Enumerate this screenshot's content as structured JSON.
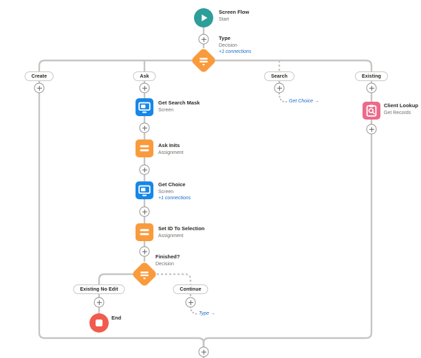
{
  "flow": {
    "start": {
      "title": "Screen Flow",
      "subtitle": "Start"
    },
    "type_decision": {
      "title": "Type",
      "subtitle": "Decision",
      "connections_link": "+1 connections"
    },
    "branch_labels": {
      "create": "Create",
      "ask": "Ask",
      "search": "Search",
      "existing": "Existing"
    },
    "ask_branch": {
      "get_search_mask": {
        "title": "Get Search Mask",
        "subtitle": "Screen"
      },
      "ask_inits": {
        "title": "Ask Inits",
        "subtitle": "Assignment"
      },
      "get_choice": {
        "title": "Get Choice",
        "subtitle": "Screen",
        "connections_link": "+1 connections"
      },
      "set_id_to_selection": {
        "title": "Set ID To Selection",
        "subtitle": "Assignment"
      },
      "finished": {
        "title": "Finished?",
        "subtitle": "Decision"
      }
    },
    "finished_branch_labels": {
      "existing_no_edit": "Existing No Edit",
      "continue": "Continue"
    },
    "search_branch": {
      "goto_label": "Get Choice →"
    },
    "continue_branch": {
      "goto_label": "Type →"
    },
    "existing_branch": {
      "client_lookup": {
        "title": "Client Lookup",
        "subtitle": "Get Records"
      }
    },
    "end_node": {
      "title": "End"
    }
  },
  "colors": {
    "start_teal": "#2e9e9a",
    "screen_blue": "#1787e8",
    "assignment_orange": "#f99b3d",
    "decision_orange": "#f99b3d",
    "get_records_pink": "#ec6a8a",
    "end_red": "#f15b4d",
    "connector_gray": "#c7c5c3",
    "link_blue": "#1b6ac9"
  }
}
